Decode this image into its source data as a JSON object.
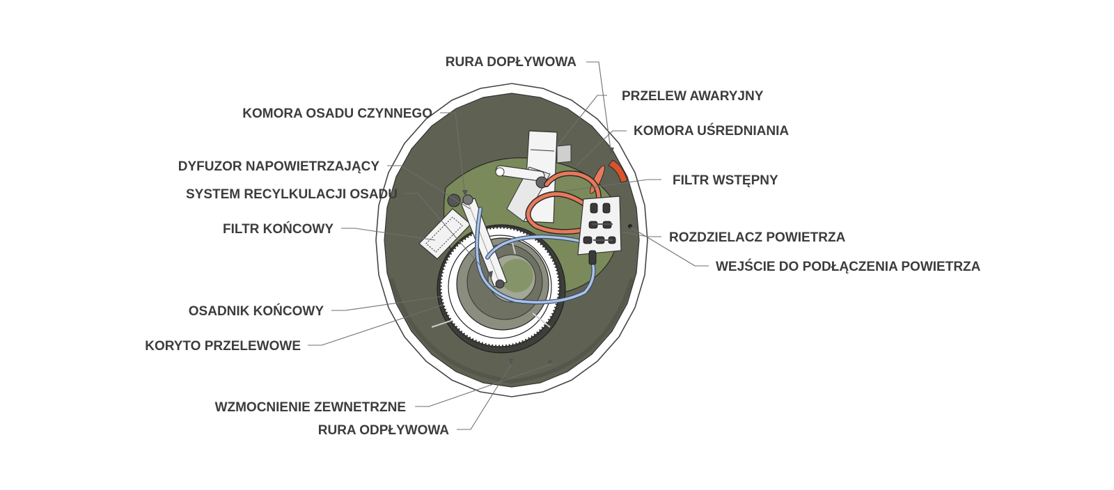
{
  "diagram": {
    "colors": {
      "tank_fill": "#5f6253",
      "inner_green": "#7b8a5a",
      "air_hose_blue": "#a9c4e6",
      "recirculation_hose_orange": "#e8795a",
      "inlet_pipe_orange": "#d9532b",
      "label_text": "#3c3c3c"
    },
    "labels": {
      "rura_doplywowa": "RURA DOPŁYWOWA",
      "przelew_awaryjny": "PRZELEW AWARYJNY",
      "komora_osadu_czynnego": "KOMORA OSADU CZYNNEGO",
      "komora_usredniania": "KOMORA UŚREDNIANIA",
      "dyfuzor_napowietrzajacy": "DYFUZOR NAPOWIETRZAJĄCY",
      "filtr_wstepny": "FILTR WSTĘPNY",
      "system_recylkulacji_osadu": "SYSTEM RECYLKULACJI OSADU",
      "filtr_koncowy": "FILTR KOŃCOWY",
      "rozdzielacz_powietrza": "ROZDZIELACZ POWIETRZA",
      "wejscie_do_podlaczenia_powietrza": "WEJŚCIE DO PODŁĄCZENIA POWIETRZA",
      "osadnik_koncowy": "OSADNIK KOŃCOWY",
      "koryto_przelewowe": "KORYTO PRZELEWOWE",
      "wzmocnienie_zewnetrzne": "WZMOCNIENIE ZEWNETRZNE",
      "rura_odplywowa": "RURA ODPŁYWOWA"
    }
  }
}
